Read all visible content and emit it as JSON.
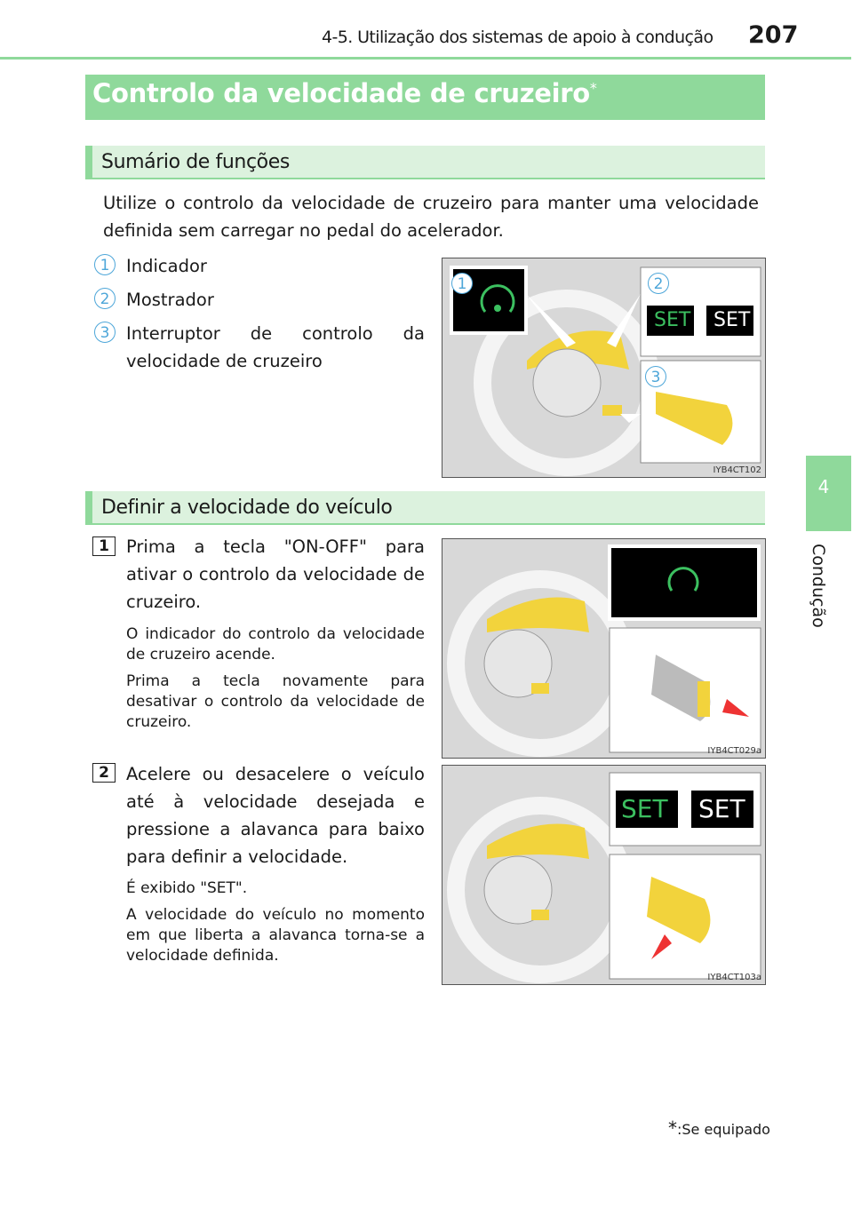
{
  "header": {
    "section": "4-5. Utilização dos sistemas de apoio à condução",
    "page_number": "207"
  },
  "title": "Controlo da velocidade de cruzeiro",
  "title_mark": "*",
  "summary": {
    "heading": "Sumário de funções",
    "intro": "Utilize o controlo da velocidade de cruzeiro para manter uma velocidade definida sem carregar no pedal do acelerador.",
    "items": [
      {
        "n": "1",
        "label": "Indicador"
      },
      {
        "n": "2",
        "label": "Mostrador"
      },
      {
        "n": "3",
        "label": "Interruptor de controlo da velocidade de cruzeiro"
      }
    ],
    "figure": {
      "code": "IYB4CT102",
      "set_label": "SET",
      "callouts": [
        "1",
        "2",
        "3"
      ]
    }
  },
  "set_speed": {
    "heading": "Definir a velocidade do veículo",
    "steps": [
      {
        "n": "1",
        "text": "Prima a tecla \"ON-OFF\" para ativar o controlo da velocidade de cruzeiro.",
        "notes": [
          "O indicador do controlo da velocidade de cruzeiro acende.",
          "Prima a tecla novamente para desativar o controlo da velocidade de cruzeiro."
        ],
        "figure": {
          "code": "IYB4CT029a"
        }
      },
      {
        "n": "2",
        "text": "Acelere ou desacelere o veículo até à velocidade desejada e pressione a alavanca para baixo para definir a velocidade.",
        "notes": [
          "É exibido \"SET\".",
          "A velocidade do veículo no momento em que liberta a alavanca torna-se a velocidade definida."
        ],
        "figure": {
          "code": "IYB4CT103a",
          "set_label": "SET"
        }
      }
    ]
  },
  "side_tab": {
    "number": "4",
    "label": "Condução"
  },
  "footnote": {
    "mark": "*",
    "text": ":Se equipado"
  },
  "colors": {
    "accent": "#8fd99b",
    "light": "#dcf2de",
    "callout": "#4da6d9",
    "highlight": "#f2d33c"
  }
}
